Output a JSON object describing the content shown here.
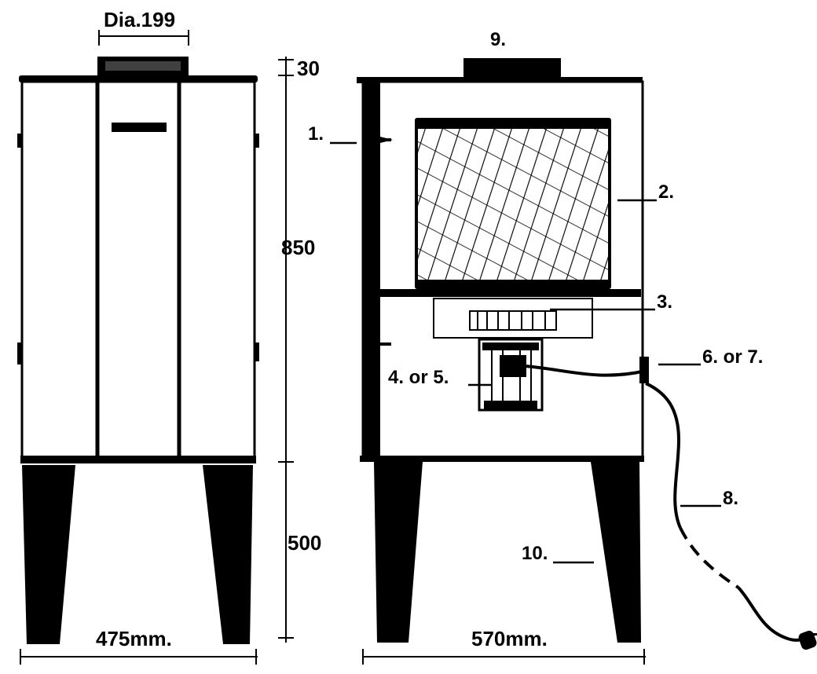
{
  "labels": {
    "diameter": "Dia.199",
    "height_top": "30",
    "height_body": "850",
    "height_legs": "500",
    "width_front": "475mm.",
    "width_side": "570mm.",
    "callout_1": "1.",
    "callout_2": "2.",
    "callout_3": "3.",
    "callout_4_5": "4. or 5.",
    "callout_6_7": "6. or 7.",
    "callout_8": "8.",
    "callout_9": "9.",
    "callout_10": "10."
  },
  "colors": {
    "ink": "#000000",
    "paper": "#ffffff"
  }
}
